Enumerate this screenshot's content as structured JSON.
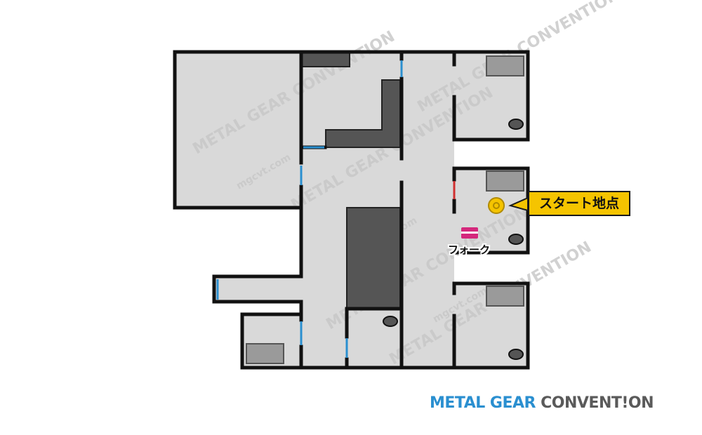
{
  "map": {
    "markers": {
      "start_label": "スタート地点",
      "item_label": "フォーク"
    },
    "watermark_text": "METAL GEAR CONVENTION mgcvt.com"
  },
  "logo": {
    "part_a": "METAL GEAR ",
    "part_b": "CONVENT!ON"
  },
  "colors": {
    "floor": "#d9d9d9",
    "wall": "#111111",
    "obstacle": "#555555",
    "crate": "#9a9a9a",
    "door_blue": "#2a8fd0",
    "door_red": "#d03030",
    "start_marker": "#f5c400",
    "item_marker": "#d4287c"
  },
  "icons": {
    "start": "start-point-icon",
    "item": "fork-item-icon"
  }
}
